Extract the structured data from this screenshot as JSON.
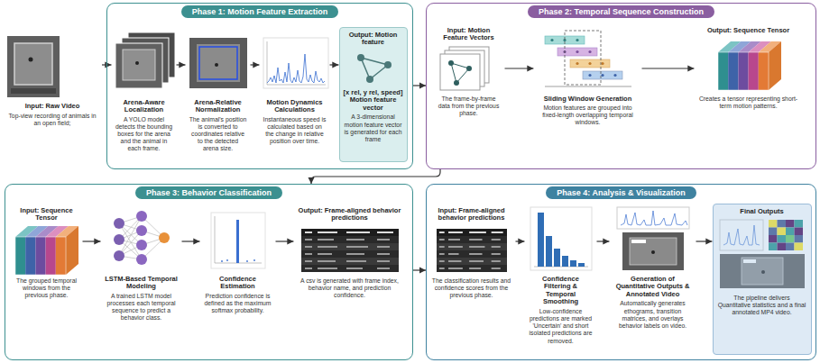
{
  "diagram": {
    "nodes": [
      {
        "text": [
          "Input: Raw Video",
          "Top-view recording of animals in an open field;"
        ]
      },
      {
        "text": [
          "Phase 1: Motion Feature Extraction"
        ]
      },
      {
        "text": [
          "Arena-Aware Localization",
          "A YOLO model detects the bounding boxes for the arena and the animal in each frame."
        ],
        "in": 1
      },
      {
        "text": [
          "Arena-Relative Normalization",
          "The animal's position is converted to coordinates relative to the detected arena size."
        ],
        "in": 1
      },
      {
        "text": [
          "Motion Dynamics Calculations",
          "Instantaneous speed is calculated based on the change in relative position over time."
        ],
        "in": 1
      },
      {
        "text": [
          "Output: Motion feature",
          "[x rel, y rel, speed] Motion feature vector",
          "A 3-dimensional motion feature vector is generated for each frame"
        ],
        "in": 1
      },
      {
        "text": [
          "Phase 2: Temporal Sequence Construction"
        ]
      },
      {
        "text": [
          "Input: Motion Feature Vectors",
          "The frame-by-frame data from the previous phase."
        ],
        "in": 6
      },
      {
        "text": [
          "Sliding Window Generation",
          "Motion features are grouped into fixed-length overlapping temporal windows."
        ],
        "in": 6
      },
      {
        "text": [
          "Output: Sequence Tensor",
          "Creates a tensor representing short-term motion patterns."
        ],
        "in": 6
      },
      {
        "text": [
          "Phase 3: Behavior Classification"
        ]
      },
      {
        "text": [
          "Input: Sequence Tensor",
          "The grouped temporal windows from the previous phase."
        ],
        "in": 10
      },
      {
        "text": [
          "LSTM-Based Temporal Modeling",
          "A trained LSTM model processes each temporal sequence to predict a behavior class."
        ],
        "in": 10
      },
      {
        "text": [
          "Confidence Estimation",
          "Prediction confidence is defined as the maximum softmax probability."
        ],
        "in": 10
      },
      {
        "text": [
          "Output: Frame-aligned behavior predictions",
          "A csv is generated with frame index, behavior name, and prediction confidence."
        ],
        "in": 10
      },
      {
        "text": [
          "Phase 4: Analysis & Visualization"
        ]
      },
      {
        "text": [
          "Input: Frame-aligned behavior predictions",
          "The classification results and confidence scores from the previous phase."
        ],
        "in": 15
      },
      {
        "text": [
          "Confidence Filtering & Temporal Smoothing",
          "Low-confidence predictions are marked 'Uncertain' and short isolated predictions are removed."
        ],
        "in": 15
      },
      {
        "text": [
          "Generation of Quantitative Outputs & Annotated Video",
          "Automatically generates ethograms, transition matrices, and overlays behavior labels on video."
        ],
        "in": 15
      },
      {
        "text": [
          "Final Outputs",
          "The pipeline delivers Quantitative statistics and a final annotated MP4 video."
        ],
        "in": 15
      }
    ],
    "edges": [
      {
        "from": 0,
        "to": 2,
        "arrow": "to"
      },
      {
        "from": 2,
        "to": 3,
        "arrow": "to"
      },
      {
        "from": 3,
        "to": 4,
        "arrow": "to"
      },
      {
        "from": 4,
        "to": 5,
        "arrow": "to"
      },
      {
        "from": 1,
        "to": 6,
        "arrow": "to"
      },
      {
        "from": 7,
        "to": 8,
        "arrow": "to"
      },
      {
        "from": 8,
        "to": 9,
        "arrow": "to"
      },
      {
        "from": 6,
        "to": 10,
        "arrow": "to"
      },
      {
        "from": 11,
        "to": 12,
        "arrow": "to"
      },
      {
        "from": 12,
        "to": 13,
        "arrow": "to"
      },
      {
        "from": 13,
        "to": 14,
        "arrow": "to"
      },
      {
        "from": 10,
        "to": 15,
        "arrow": "to"
      },
      {
        "from": 16,
        "to": 17,
        "arrow": "to"
      },
      {
        "from": 17,
        "to": 18,
        "arrow": "to"
      },
      {
        "from": 18,
        "to": 19,
        "arrow": "to"
      }
    ]
  }
}
